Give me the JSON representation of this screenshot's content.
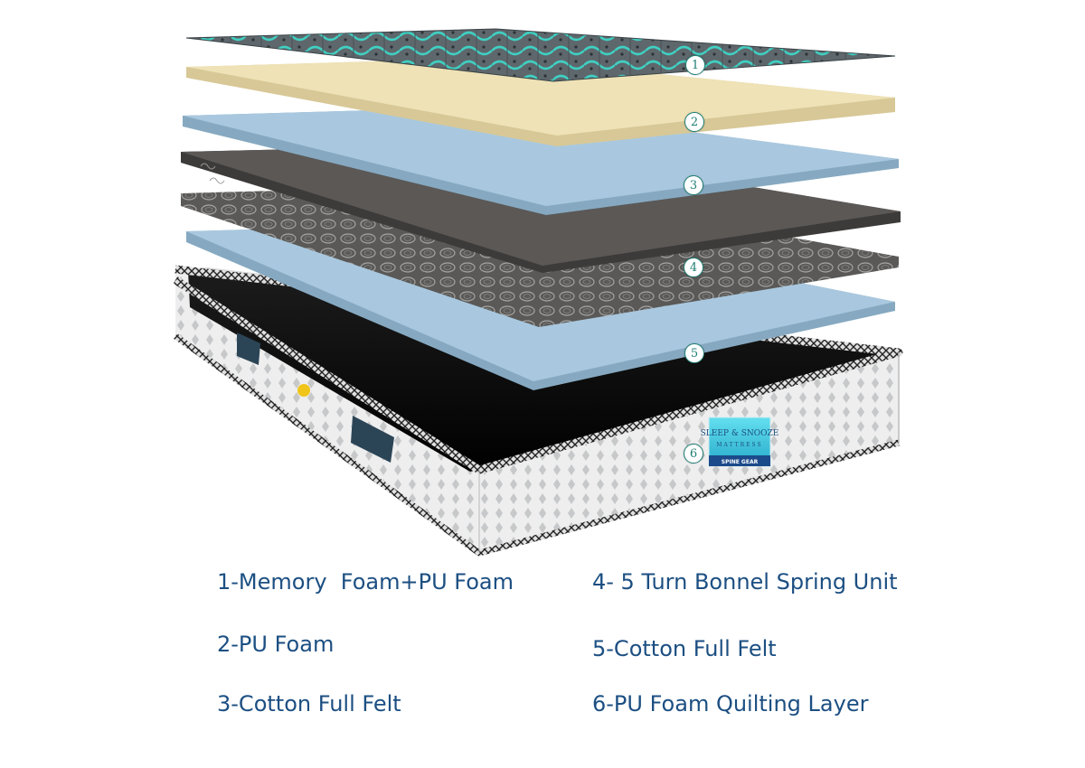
{
  "brand_label": {
    "name": "SLEEP & SNOOZE",
    "subtitle": "MATTRESS",
    "model": "SPINE GEAR"
  },
  "markers": [
    "1",
    "2",
    "3",
    "4",
    "5",
    "6"
  ],
  "legend": [
    "1-Memory  Foam+PU Foam",
    "2-PU Foam",
    "3-Cotton Full Felt",
    "4- 5 Turn Bonnel Spring Unit",
    "5-Cotton Full Felt",
    "6-PU Foam Quilting Layer"
  ],
  "colors": {
    "quilt_top": "#5e676c",
    "quilt_accent": "#3fd0c2",
    "pu_foam": "#eee2b6",
    "cotton_felt": "#a9c8df",
    "felt_dark": "#5b5856",
    "spring_unit": "#4b4a49",
    "base_fabric": "#e9eaea",
    "base_cavity": "#050505",
    "legend_text": "#1c4f82",
    "marker_ring": "#1f7f74"
  }
}
